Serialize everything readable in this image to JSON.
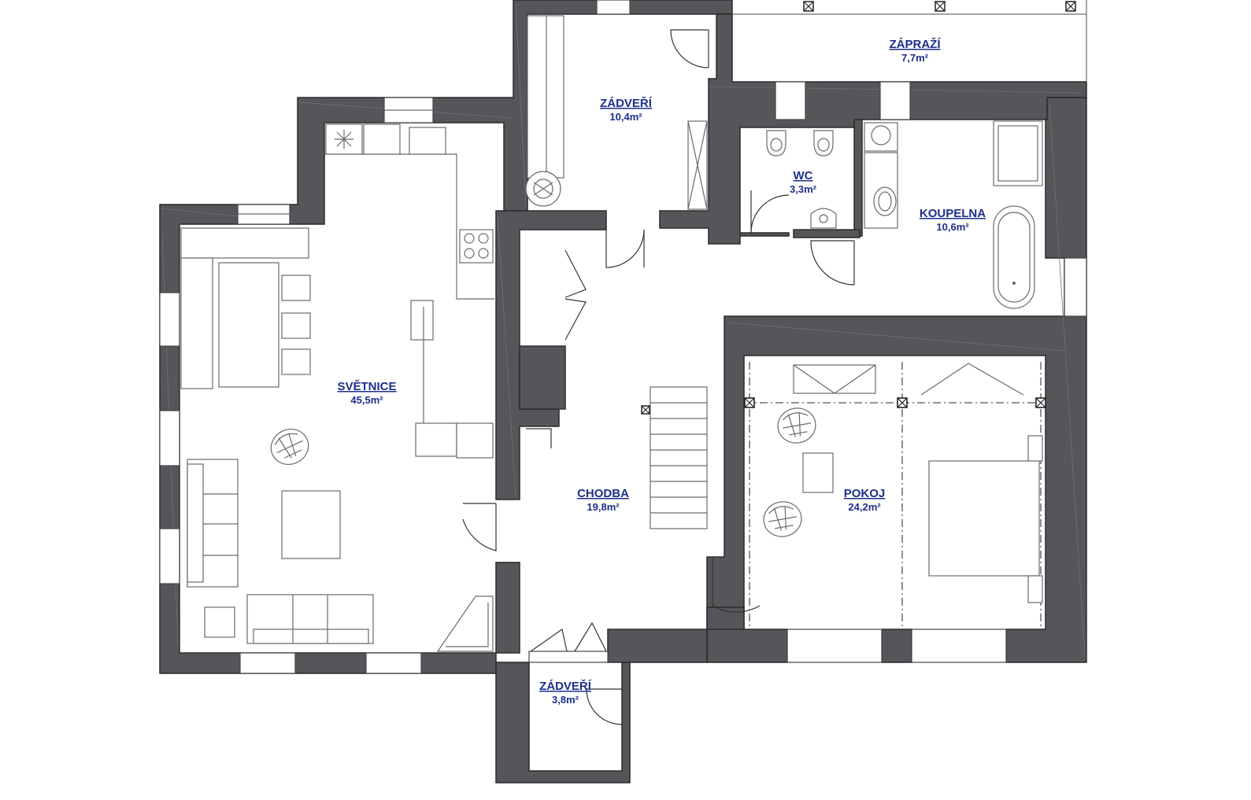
{
  "rooms": [
    {
      "key": "svetnice",
      "name": "SVĚTNICE",
      "area": "45,5m²"
    },
    {
      "key": "zadveri_top",
      "name": "ZÁDVEŘÍ",
      "area": "10,4m²"
    },
    {
      "key": "zaprazi",
      "name": "ZÁPRAŽÍ",
      "area": "7,7m²"
    },
    {
      "key": "wc",
      "name": "WC",
      "area": "3,3m²"
    },
    {
      "key": "koupelna",
      "name": "KOUPELNA",
      "area": "10,6m²"
    },
    {
      "key": "chodba",
      "name": "CHODBA",
      "area": "19,8m²"
    },
    {
      "key": "pokoj",
      "name": "POKOJ",
      "area": "24,2m²"
    },
    {
      "key": "zadveri_bottom",
      "name": "ZÁDVEŘÍ",
      "area": "3,8m²"
    }
  ],
  "colors": {
    "label": "#1c2f8a",
    "wall": "#555659"
  }
}
